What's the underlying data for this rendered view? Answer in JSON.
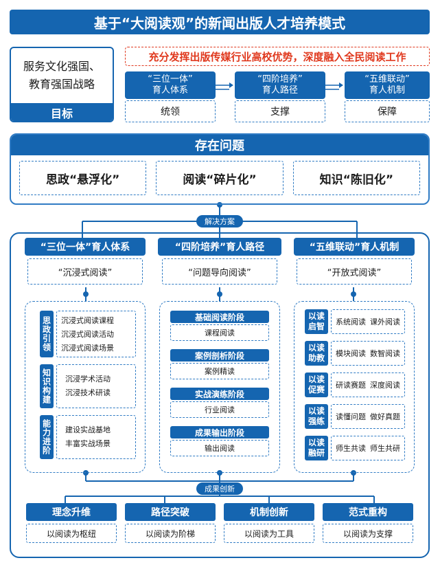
{
  "title": "基于“大阅读观”的新闻出版人才培养模式",
  "goal": {
    "text_line1": "服务文化强国、",
    "text_line2": "教育强国战略",
    "label": "目标"
  },
  "banner": "充分发挥出版传媒行业高校优势，深度融入全民阅读工作",
  "top_pillars": [
    {
      "head1": "“三位一体”",
      "head2": "育人体系",
      "body": "统领"
    },
    {
      "head1": "“四阶培养”",
      "head2": "育人路径",
      "body": "支撑"
    },
    {
      "head1": "“五维联动”",
      "head2": "育人机制",
      "body": "保障"
    }
  ],
  "problems": {
    "title": "存在问题",
    "items": [
      "思政“悬浮化”",
      "阅读“碎片化”",
      "知识“陈旧化”"
    ]
  },
  "solution_label": "解决方案",
  "columns": [
    {
      "head": "“三位一体”育人体系",
      "mode": "“沉浸式阅读”",
      "groups": [
        {
          "tag": "思政引领",
          "items": [
            "沉浸式阅读课程",
            "沉浸式阅读活动",
            "沉浸式阅读场景"
          ]
        },
        {
          "tag": "知识构建",
          "items": [
            "沉浸学术活动",
            "沉浸技术研读"
          ]
        },
        {
          "tag": "能力进阶",
          "items": [
            "建设实战基地",
            "丰富实战场景"
          ]
        }
      ]
    },
    {
      "head": "“四阶培养”育人路径",
      "mode": "“问题导向阅读”",
      "stages": [
        {
          "title": "基础阅读阶段",
          "body": "课程阅读"
        },
        {
          "title": "案例剖析阶段",
          "body": "案例精读"
        },
        {
          "title": "实战演练阶段",
          "body": "行业阅读"
        },
        {
          "title": "成果输出阶段",
          "body": "输出阅读"
        }
      ]
    },
    {
      "head": "“五维联动”育人机制",
      "mode": "“开放式阅读”",
      "rows": [
        {
          "tag1": "以读",
          "tag2": "启智",
          "items": [
            "系统阅读",
            "课外阅读"
          ]
        },
        {
          "tag1": "以读",
          "tag2": "助教",
          "items": [
            "模块阅读",
            "数智阅读"
          ]
        },
        {
          "tag1": "以读",
          "tag2": "促赛",
          "items": [
            "研读赛题",
            "深度阅读"
          ]
        },
        {
          "tag1": "以读",
          "tag2": "强练",
          "items": [
            "读懂问题",
            "做好真题"
          ]
        },
        {
          "tag1": "以读",
          "tag2": "融研",
          "items": [
            "师生共读",
            "师生共研"
          ]
        }
      ]
    }
  ],
  "outcome_label": "成果创新",
  "innovations": [
    {
      "title": "理念升维",
      "body": "以阅读为枢纽"
    },
    {
      "title": "路径突破",
      "body": "以阅读为阶梯"
    },
    {
      "title": "机制创新",
      "body": "以阅读为工具"
    },
    {
      "title": "范式重构",
      "body": "以阅读为支撑"
    }
  ],
  "colors": {
    "primary": "#1565b0",
    "accent": "#e0381d",
    "dash": "#2f7bc4"
  }
}
